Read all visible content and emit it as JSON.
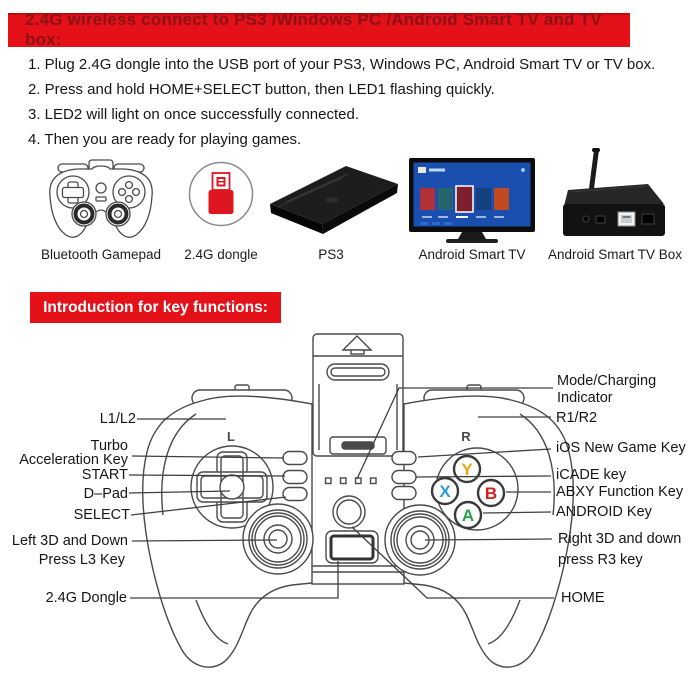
{
  "colors": {
    "red": "#e41118",
    "header-text": "#8d1016",
    "intro-text": "#ffffff",
    "ink": "#1a1a1a",
    "line": "#4a4a4a",
    "leader": "#3f3f3f",
    "btn-y": "#e5a911",
    "btn-x": "#2b9cd8",
    "btn-b": "#cf1f1f",
    "btn-a": "#27a34c"
  },
  "header": {
    "title": "2.4G wireless connect to PS3 /Windows PC /Android Smart TV and TV box:"
  },
  "steps": [
    "1. Plug 2.4G dongle into the USB port of your PS3, Windows PC, Android Smart TV or TV box.",
    "2. Press and hold HOME+SELECT button, then LED1 flashing quickly.",
    "3. LED2 will light on once successfully connected.",
    "4. Then you are ready for playing games."
  ],
  "devices": [
    "Bluetooth Gamepad",
    "2.4G dongle",
    "PS3",
    "Android Smart TV",
    "Android Smart TV Box"
  ],
  "intro": {
    "title": "Introduction for key functions:"
  },
  "diagram": {
    "buttons": {
      "l": "L",
      "r": "R",
      "y": "Y",
      "x": "X",
      "b": "B",
      "a": "A"
    },
    "left_labels": [
      "L1/L2",
      "Turbo\nAcceleration Key",
      "START",
      "D–Pad",
      "SELECT",
      "Left 3D and Down",
      "Press L3 Key",
      "2.4G Dongle"
    ],
    "right_labels": [
      "Mode/Charging\nIndicator",
      "R1/R2",
      "iOS New Game Key",
      "iCADE key",
      "ABXY Function Key",
      "ANDROID Key",
      "Right 3D and down",
      "press R3 key",
      "HOME"
    ]
  }
}
